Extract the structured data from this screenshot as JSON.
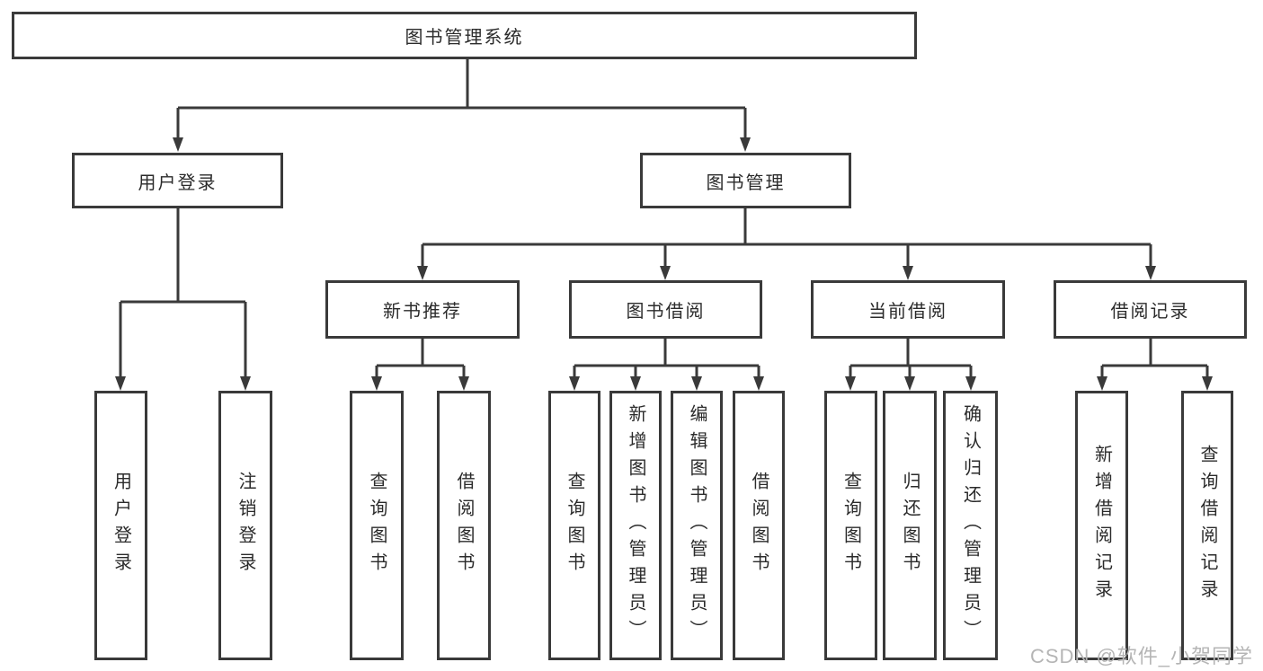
{
  "tree": {
    "label": "图书管理系统",
    "children": [
      {
        "label": "用户登录",
        "children": [
          {
            "label": "用户登录"
          },
          {
            "label": "注销登录"
          }
        ]
      },
      {
        "label": "图书管理",
        "children": [
          {
            "label": "新书推荐",
            "children": [
              {
                "label": "查询图书"
              },
              {
                "label": "借阅图书"
              }
            ]
          },
          {
            "label": "图书借阅",
            "children": [
              {
                "label": "查询图书"
              },
              {
                "label": "新增图书（管理员）"
              },
              {
                "label": "编辑图书（管理员）"
              },
              {
                "label": "借阅图书"
              }
            ]
          },
          {
            "label": "当前借阅",
            "children": [
              {
                "label": "查询图书"
              },
              {
                "label": "归还图书"
              },
              {
                "label": "确认归还（管理员）"
              }
            ]
          },
          {
            "label": "借阅记录",
            "children": [
              {
                "label": "新增借阅记录"
              },
              {
                "label": "查询借阅记录"
              }
            ]
          }
        ]
      }
    ]
  },
  "watermark": {
    "text": "CSDN @软件_小贺同学"
  },
  "colors": {
    "line": "#3a3a3a",
    "border": "#3a3a3a",
    "fill": "#ffffff",
    "text": "#2b2b2b",
    "background": "#ffffff",
    "watermark": "#b5b5b5"
  }
}
